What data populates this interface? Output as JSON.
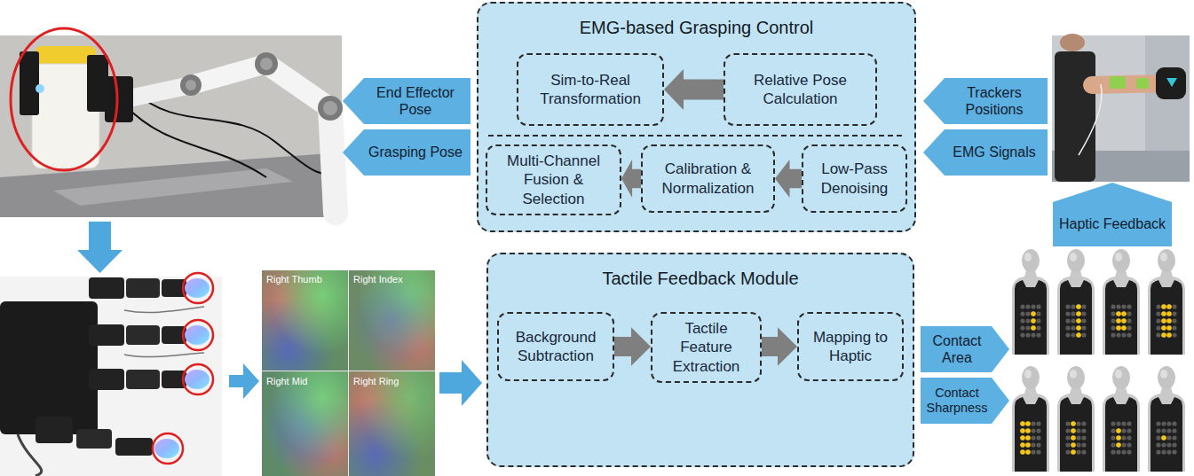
{
  "diagram": {
    "nodes": [
      {
        "text": [
          "EMG-based Grasping Control"
        ]
      },
      {
        "text": [
          "Sim-to-Real Transformation"
        ],
        "in": 0
      },
      {
        "text": [
          "Relative Pose Calculation"
        ],
        "in": 0
      },
      {
        "text": [
          "Multi-Channel Fusion & Selection"
        ],
        "in": 0
      },
      {
        "text": [
          "Calibration & Normalization"
        ],
        "in": 0
      },
      {
        "text": [
          "Low-Pass Denoising"
        ],
        "in": 0
      },
      {
        "text": [
          "End Effector Pose"
        ]
      },
      {
        "text": [
          "Grasping Pose"
        ]
      },
      {
        "text": [
          "Trackers Positions"
        ]
      },
      {
        "text": [
          "EMG Signals"
        ]
      },
      {
        "text": [
          "Haptic Feedback"
        ]
      },
      {
        "text": [
          "Tactile Feedback Module"
        ]
      },
      {
        "text": [
          "Background Subtraction"
        ],
        "in": 11
      },
      {
        "text": [
          "Tactile Feature Extraction"
        ],
        "in": 11
      },
      {
        "text": [
          "Mapping to Haptic"
        ],
        "in": 11
      },
      {
        "text": [
          "Contact Area"
        ]
      },
      {
        "text": [
          "Contact Sharpness"
        ]
      }
    ],
    "edges": [
      {
        "from": 2,
        "to": 1,
        "arrow": "to"
      },
      {
        "from": 5,
        "to": 4,
        "arrow": "to"
      },
      {
        "from": 4,
        "to": 3,
        "arrow": "to"
      },
      {
        "from": 12,
        "to": 13,
        "arrow": "to"
      },
      {
        "from": 13,
        "to": 14,
        "arrow": "to"
      }
    ],
    "labels": [
      "Right Thumb",
      "Right Index",
      "Right Mid",
      "Right Ring"
    ]
  }
}
